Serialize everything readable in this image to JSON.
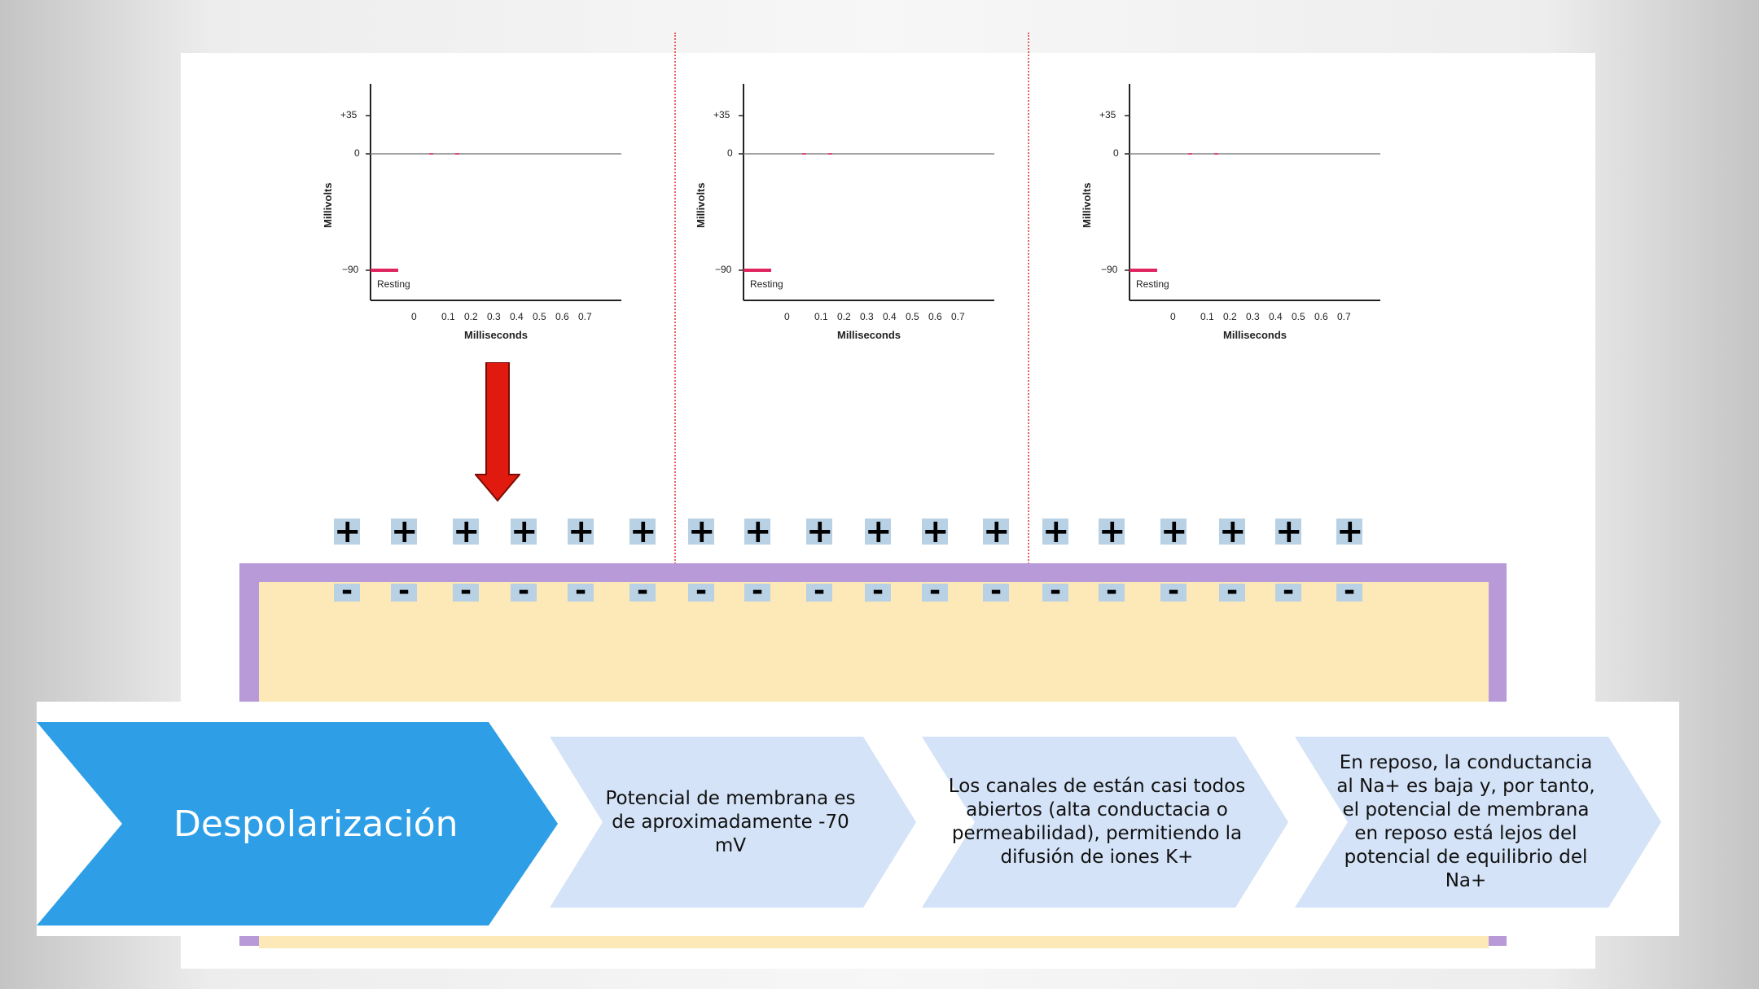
{
  "graphs": [
    {
      "ylabel": "Millivolts",
      "xlabel": "Milliseconds",
      "yticks": [
        "+35",
        "0",
        "−90"
      ],
      "xticks": [
        "0",
        "0.1",
        "0.2",
        "0.3",
        "0.4",
        "0.5",
        "0.6",
        "0.7"
      ],
      "resting_label": "Resting"
    },
    {
      "ylabel": "Millivolts",
      "xlabel": "Milliseconds",
      "yticks": [
        "+35",
        "0",
        "−90"
      ],
      "xticks": [
        "0",
        "0.1",
        "0.2",
        "0.3",
        "0.4",
        "0.5",
        "0.6",
        "0.7"
      ],
      "resting_label": "Resting"
    },
    {
      "ylabel": "Millivolts",
      "xlabel": "Milliseconds",
      "yticks": [
        "+35",
        "0",
        "−90"
      ],
      "xticks": [
        "0",
        "0.1",
        "0.2",
        "0.3",
        "0.4",
        "0.5",
        "0.6",
        "0.7"
      ],
      "resting_label": "Resting"
    }
  ],
  "charges": {
    "outside": "+",
    "inside": "-"
  },
  "process": {
    "title": "Despolarización",
    "steps": [
      "Potencial de membrana es de aproximadamente -70 mV",
      "Los canales de están casi todos abiertos (alta conductacia o permeabilidad), permitiendo la difusión de iones K+",
      "En reposo, la conductancia al Na+ es baja y, por tanto, el potencial de membrana en reposo está lejos del potencial de equilibrio del Na+"
    ]
  },
  "colors": {
    "arrow": "#e11a0f",
    "membrane": "#b89ad9",
    "cell": "#fde8b7",
    "resting_trace": "#e0245e",
    "chevron_main": "#2e9fe6",
    "chevron_step": "#d4e3f7",
    "sign_bg": "#b8d1e4",
    "divider": "#e46262"
  }
}
